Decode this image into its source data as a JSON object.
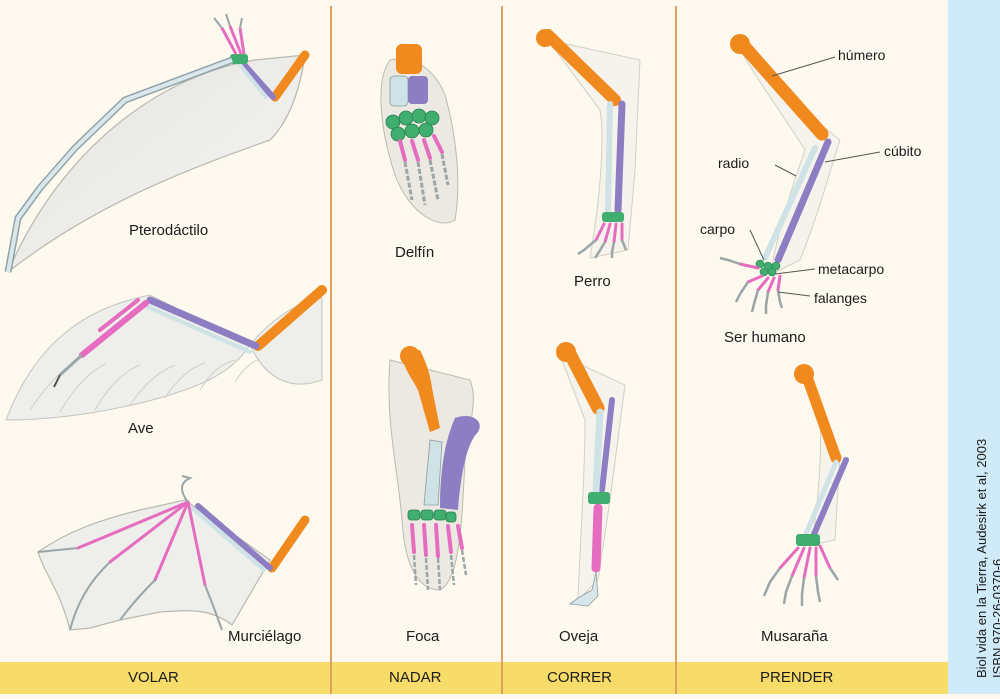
{
  "animals": {
    "pterodactyl": "Pterodáctilo",
    "bird": "Ave",
    "bat": "Murciélago",
    "dolphin": "Delfín",
    "seal": "Foca",
    "dog": "Perro",
    "sheep": "Oveja",
    "human": "Ser humano",
    "shrew": "Musaraña"
  },
  "bones": {
    "humerus": "húmero",
    "radius": "radio",
    "ulna": "cúbito",
    "carpus": "carpo",
    "metacarpus": "metacarpo",
    "phalanges": "falanges"
  },
  "categories": [
    "VOLAR",
    "NADAR",
    "CORRER",
    "PRENDER"
  ],
  "credit": {
    "line1": "Biol vida en la Tierra, Audesirk et al, 2003",
    "line2": "ISBN 970-26-0370-6"
  },
  "colors": {
    "humerus": "#f08a1e",
    "radius": "#cfe3e6",
    "ulna": "#8d7ec4",
    "carpals": "#3fae6e",
    "metacarpals": "#e66cc0",
    "phalanges": "#d8e6ea",
    "footer": "#f7dc6a",
    "divider": "#e0a060",
    "sidebar": "#cfeaf8"
  }
}
